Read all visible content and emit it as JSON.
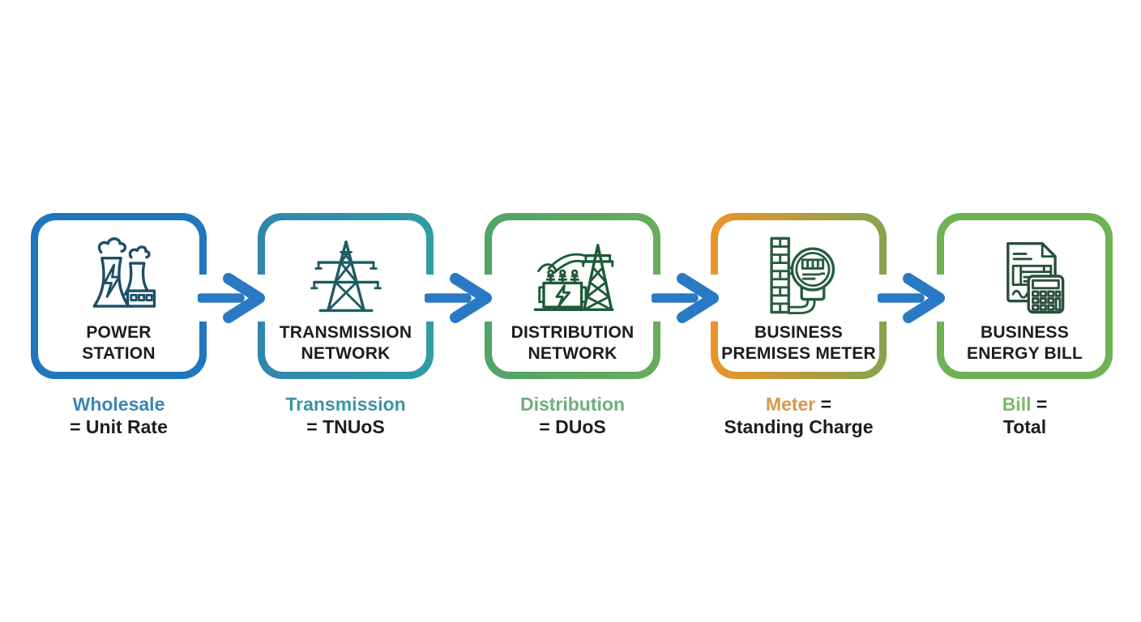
{
  "diagram": {
    "background": "#ffffff",
    "arrow_color": "#2a79c5",
    "steps": [
      {
        "title_line1": "POWER",
        "title_line2": "STATION",
        "icon": "power-station-icon",
        "border_start": "#2076bd",
        "border_end": "#2076bd",
        "icon_color": "#1c4e68",
        "caption_colored": "Wholesale",
        "caption_colored_color": "#3c85b8",
        "caption_rest": "",
        "caption_line2": "= Unit Rate"
      },
      {
        "title_line1": "TRANSMISSION",
        "title_line2": "NETWORK",
        "icon": "transmission-tower-icon",
        "border_start": "#3186ae",
        "border_end": "#2f9da3",
        "icon_color": "#1c5b63",
        "caption_colored": "Transmission",
        "caption_colored_color": "#3b93a3",
        "caption_rest": "",
        "caption_line2": "= TNUoS"
      },
      {
        "title_line1": "DISTRIBUTION",
        "title_line2": "NETWORK",
        "icon": "distribution-network-icon",
        "border_start": "#4fa46a",
        "border_end": "#68ad5c",
        "icon_color": "#1d5a37",
        "caption_colored": "Distribution",
        "caption_colored_color": "#6fae7c",
        "caption_rest": "",
        "caption_line2": "= DUoS"
      },
      {
        "title_line1": "BUSINESS",
        "title_line2": "PREMISES METER",
        "icon": "electric-meter-icon",
        "border_start": "#ec9329",
        "border_end": "#85a44f",
        "icon_color": "#285c40",
        "caption_colored": "Meter",
        "caption_colored_color": "#d9994a",
        "caption_rest": " =",
        "caption_line2": "Standing Charge"
      },
      {
        "title_line1": "BUSINESS",
        "title_line2": "ENERGY BILL",
        "icon": "energy-bill-icon",
        "border_start": "#6fb155",
        "border_end": "#6fb155",
        "icon_color": "#294f3c",
        "caption_colored": "Bill",
        "caption_colored_color": "#7cba6b",
        "caption_rest": " =",
        "caption_line2": "Total"
      }
    ]
  }
}
